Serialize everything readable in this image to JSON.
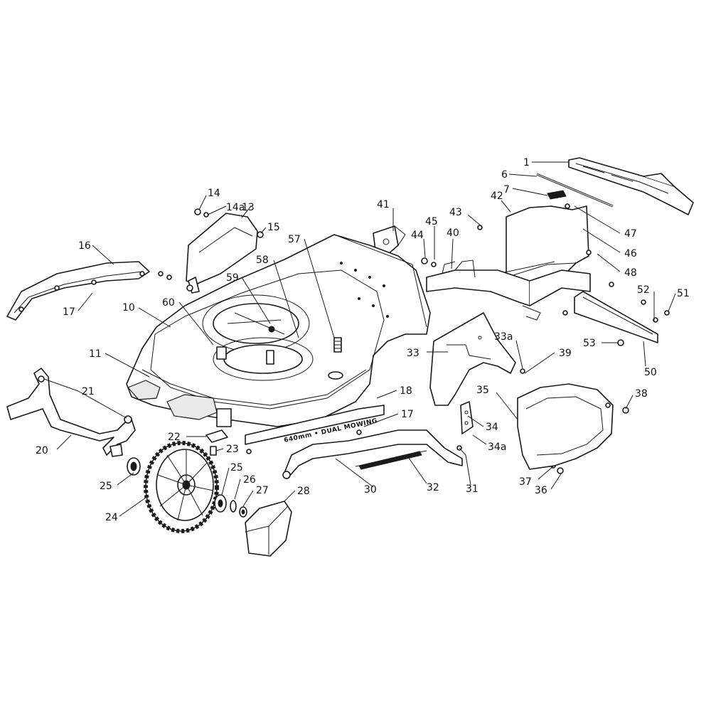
{
  "deck_text": "640mm • DUAL MOWING",
  "labels": [
    {
      "text": "1"
    },
    {
      "text": "6"
    },
    {
      "text": "7"
    },
    {
      "text": "42"
    },
    {
      "text": "47"
    },
    {
      "text": "46"
    },
    {
      "text": "48"
    },
    {
      "text": "43"
    },
    {
      "text": "45"
    },
    {
      "text": "44"
    },
    {
      "text": "40"
    },
    {
      "text": "41"
    },
    {
      "text": "52"
    },
    {
      "text": "51"
    },
    {
      "text": "53"
    },
    {
      "text": "50"
    },
    {
      "text": "33a"
    },
    {
      "text": "39"
    },
    {
      "text": "33"
    },
    {
      "text": "35"
    },
    {
      "text": "38"
    },
    {
      "text": "34"
    },
    {
      "text": "34a"
    },
    {
      "text": "37"
    },
    {
      "text": "36"
    },
    {
      "text": "31"
    },
    {
      "text": "32"
    },
    {
      "text": "30"
    },
    {
      "text": "14"
    },
    {
      "text": "14a"
    },
    {
      "text": "13"
    },
    {
      "text": "15"
    },
    {
      "text": "57"
    },
    {
      "text": "58"
    },
    {
      "text": "59"
    },
    {
      "text": "60"
    },
    {
      "text": "16"
    },
    {
      "text": "17"
    },
    {
      "text": "10"
    },
    {
      "text": "11"
    },
    {
      "text": "21"
    },
    {
      "text": "20"
    },
    {
      "text": "18"
    },
    {
      "text": "17"
    },
    {
      "text": "22"
    },
    {
      "text": "23"
    },
    {
      "text": "25"
    },
    {
      "text": "24"
    },
    {
      "text": "25"
    },
    {
      "text": "26"
    },
    {
      "text": "27"
    },
    {
      "text": "28"
    }
  ]
}
